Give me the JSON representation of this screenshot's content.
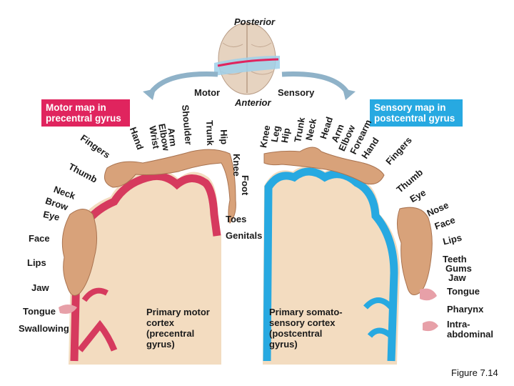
{
  "header": {
    "posterior": "Posterior",
    "anterior": "Anterior",
    "motor": "Motor",
    "sensory": "Sensory"
  },
  "motor_box": {
    "line1": "Motor map in",
    "line2": "precentral gyrus",
    "color": "#e0245e"
  },
  "sensory_box": {
    "line1": "Sensory map in",
    "line2": "postcentral gyrus",
    "color": "#27a9e1"
  },
  "motor_labels": {
    "hand": "Hand",
    "wrist": "Wrist",
    "elbow": "Elbow",
    "arm": "Arm",
    "shoulder": "Shoulder",
    "trunk": "Trunk",
    "hip": "Hip",
    "knee": "Knee",
    "foot": "Foot",
    "toes": "Toes",
    "genitals": "Genitals",
    "fingers": "Fingers",
    "thumb": "Thumb",
    "neck": "Neck",
    "brow": "Brow",
    "eye": "Eye",
    "face": "Face",
    "lips": "Lips",
    "jaw": "Jaw",
    "tongue": "Tongue",
    "swallowing": "Swallowing"
  },
  "sensory_labels": {
    "knee": "Knee",
    "leg": "Leg",
    "hip": "Hip",
    "trunk": "Trunk",
    "neck": "Neck",
    "head": "Head",
    "arm": "Arm",
    "elbow": "Elbow",
    "forearm": "Forearm",
    "hand": "Hand",
    "fingers": "Fingers",
    "thumb": "Thumb",
    "eye": "Eye",
    "nose": "Nose",
    "face": "Face",
    "lips": "Lips",
    "teeth": "Teeth",
    "gums": "Gums",
    "jaw": "Jaw",
    "tongue": "Tongue",
    "pharynx": "Pharynx",
    "intra": "Intra-",
    "abdominal": "abdominal"
  },
  "captions": {
    "motor_title": "Primary motor",
    "motor_body": "cortex\n(precentral\ngyrus)",
    "sensory_title": "Primary somato-",
    "sensory_body": "sensory cortex\n(postcentral\ngyrus)"
  },
  "figure_label": "Figure 7.14",
  "colors": {
    "motor_cortex": "#d63a5e",
    "sensory_cortex": "#27a9e1",
    "white_matter": "#f3dcc0",
    "skin": "#d8a27a",
    "arrow": "#8fb2c8"
  }
}
